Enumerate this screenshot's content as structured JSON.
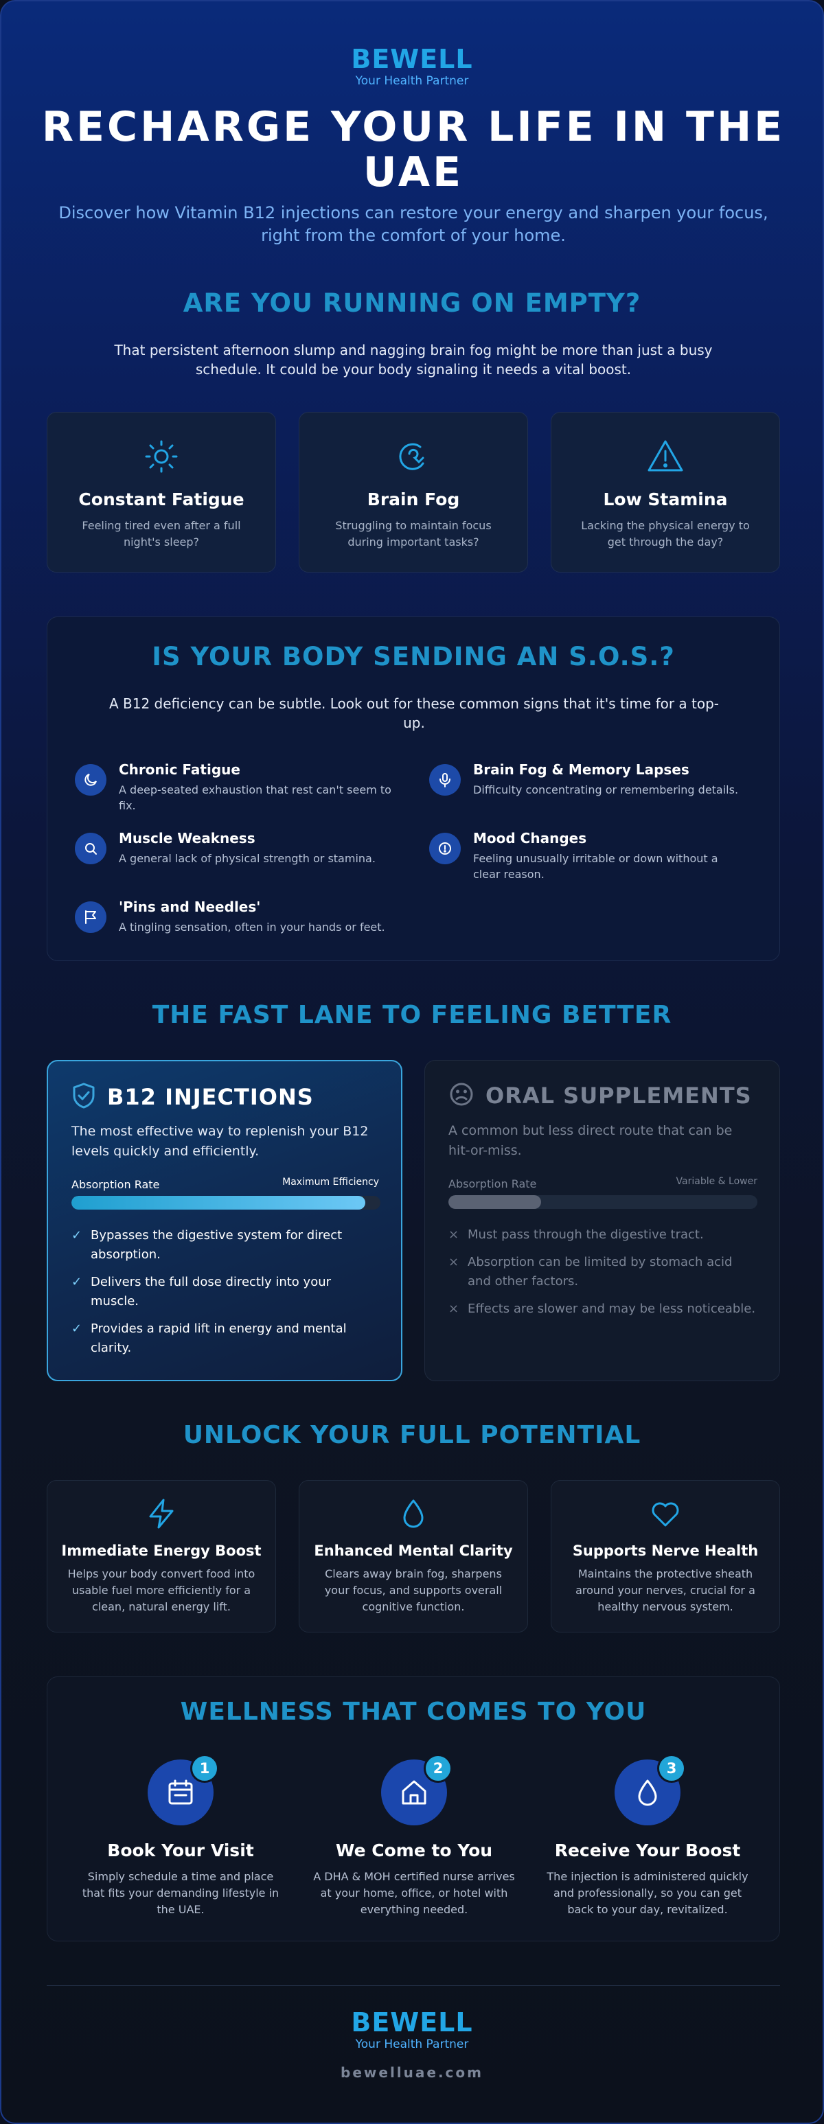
{
  "brand": {
    "name": "BEWELL",
    "tagline": "Your Health Partner"
  },
  "hero": {
    "title": "RECHARGE YOUR LIFE IN THE UAE",
    "subtitle": "Discover how Vitamin B12 injections can restore your energy and sharpen your focus, right from the comfort of your home."
  },
  "empty": {
    "title": "ARE YOU RUNNING ON EMPTY?",
    "lead": "That persistent afternoon slump and nagging brain fog might be more than just a busy schedule. It could be your body signaling it needs a vital boost.",
    "cards": [
      {
        "icon": "sun-icon",
        "title": "Constant Fatigue",
        "desc": "Feeling tired even after a full night's sleep?"
      },
      {
        "icon": "brain-icon",
        "title": "Brain Fog",
        "desc": "Struggling to maintain focus during important tasks?"
      },
      {
        "icon": "warning-icon",
        "title": "Low Stamina",
        "desc": "Lacking the physical energy to get through the day?"
      }
    ]
  },
  "sos": {
    "title": "IS YOUR BODY SENDING AN S.O.S.?",
    "lead": "A B12 deficiency can be subtle. Look out for these common signs that it's time for a top-up.",
    "items": [
      {
        "icon": "moon-icon",
        "title": "Chronic Fatigue",
        "desc": "A deep-seated exhaustion that rest can't seem to fix."
      },
      {
        "icon": "microphone-icon",
        "title": "Brain Fog & Memory Lapses",
        "desc": "Difficulty concentrating or remembering details."
      },
      {
        "icon": "search-icon",
        "title": "Muscle Weakness",
        "desc": "A general lack of physical strength or stamina."
      },
      {
        "icon": "info-circle-icon",
        "title": "Mood Changes",
        "desc": "Feeling unusually irritable or down without a clear reason."
      },
      {
        "icon": "flag-icon",
        "title": "'Pins and Needles'",
        "desc": "A tingling sensation, often in your hands or feet."
      }
    ]
  },
  "compare": {
    "title": "THE FAST LANE TO FEELING BETTER",
    "b12": {
      "title": "B12 INJECTIONS",
      "desc": "The most effective way to replenish your B12 levels quickly and efficiently.",
      "rate_label": "Absorption Rate",
      "rate_value": "Maximum Efficiency",
      "rate_fraction": 0.95,
      "points": [
        "Bypasses the digestive system for direct absorption.",
        "Delivers the full dose directly into your muscle.",
        "Provides a rapid lift in energy and mental clarity."
      ],
      "mark": "✓"
    },
    "oral": {
      "title": "ORAL SUPPLEMENTS",
      "desc": "A common but less direct route that can be hit-or-miss.",
      "rate_label": "Absorption Rate",
      "rate_value": "Variable & Lower",
      "rate_fraction": 0.3,
      "points": [
        "Must pass through the digestive tract.",
        "Absorption can be limited by stomach acid and other factors.",
        "Effects are slower and may be less noticeable."
      ],
      "mark": "×"
    }
  },
  "benefits": {
    "title": "UNLOCK YOUR FULL POTENTIAL",
    "cards": [
      {
        "icon": "lightning-icon",
        "title": "Immediate Energy Boost",
        "desc": "Helps your body convert food into usable fuel more efficiently for a clean, natural energy lift."
      },
      {
        "icon": "droplet-icon",
        "title": "Enhanced Mental Clarity",
        "desc": "Clears away brain fog, sharpens your focus, and supports overall cognitive function."
      },
      {
        "icon": "heart-icon",
        "title": "Supports Nerve Health",
        "desc": "Maintains the protective sheath around your nerves, crucial for a healthy nervous system."
      }
    ]
  },
  "steps": {
    "title": "WELLNESS THAT COMES TO YOU",
    "items": [
      {
        "num": "1",
        "icon": "calendar-icon",
        "title": "Book Your Visit",
        "desc": "Simply schedule a time and place that fits your demanding lifestyle in the UAE."
      },
      {
        "num": "2",
        "icon": "home-icon",
        "title": "We Come to You",
        "desc": "A DHA & MOH certified nurse arrives at your home, office, or hotel with everything needed."
      },
      {
        "num": "3",
        "icon": "droplet-icon",
        "title": "Receive Your Boost",
        "desc": "The injection is administered quickly and professionally, so you can get back to your day, revitalized."
      }
    ]
  },
  "footer": {
    "website": "bewelluae.com"
  },
  "colors": {
    "accent": "#22a6e6",
    "section_title": "#1f93c9",
    "badge": "#1d4aa8"
  }
}
